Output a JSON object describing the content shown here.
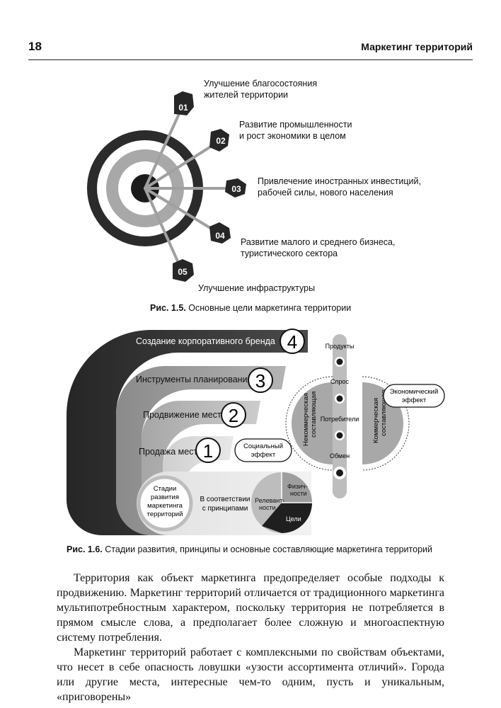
{
  "header": {
    "page_number": "18",
    "running_title": "Маркетинг территорий"
  },
  "figure1": {
    "caption_label": "Рис. 1.5.",
    "caption_text": "Основные цели маркетинга территории",
    "goals": [
      {
        "num": "01",
        "line1": "Улучшение благосостояния",
        "line2": "жителей территории"
      },
      {
        "num": "02",
        "line1": "Развитие промышленности",
        "line2": "и рост экономики в целом"
      },
      {
        "num": "03",
        "line1": "Привлечение иностранных инвестиций,",
        "line2": "рабочей силы, нового населения"
      },
      {
        "num": "04",
        "line1": "Развитие малого и среднего бизнеса,",
        "line2": "туристического сектора"
      },
      {
        "num": "05",
        "line1": "Улучшение инфраструктуры",
        "line2": ""
      }
    ]
  },
  "figure2": {
    "caption_label": "Рис. 1.6.",
    "caption_text": "Стадии развития, принципы и основные составляющие маркетинга территорий",
    "stages": [
      {
        "label": "Создание корпоративного бренда",
        "num": "4"
      },
      {
        "label": "Инструменты планирования",
        "num": "3"
      },
      {
        "label": "Продвижение мест",
        "num": "2"
      },
      {
        "label": "Продажа мест",
        "num": "1"
      }
    ],
    "stages_circle": {
      "line1": "Стадии",
      "line2": "развития",
      "line3": "маркетинга",
      "line4": "территорий"
    },
    "principles_label": {
      "line1": "В соответствии",
      "line2": "с принципами"
    },
    "pie": {
      "phys1": "Физич-",
      "phys2": "ности",
      "rel1": "Релевант-",
      "rel2": "ности",
      "goals": "Цели"
    },
    "noncommercial": {
      "line1": "Некоммерческая",
      "line2": "составляющая"
    },
    "commercial": {
      "line1": "Коммерческая",
      "line2": "составляющая"
    },
    "social_effect": {
      "line1": "Социальный",
      "line2": "эффект"
    },
    "economic_effect": {
      "line1": "Экономический",
      "line2": "эффект"
    },
    "axis_labels": [
      "Продукты",
      "Спрос",
      "Потребители",
      "Обмен"
    ]
  },
  "body": {
    "para1": "Территория как объект маркетинга предопределяет особые подходы к продвижению. Маркетинг территорий отличается от традиционного маркетинга мультипотребностным характером, поскольку территория не потребляется в прямом смысле слова, а предполагает более сложную и многоаспектную систему потребления.",
    "para2": "Маркетинг территорий работает с комплексными по свойствам объектами, что несет в себе опасность ловушки «узости ассортимента отличий». Города или другие места, интересные чем-то одним, пусть и уникальным, «приговорены»"
  }
}
